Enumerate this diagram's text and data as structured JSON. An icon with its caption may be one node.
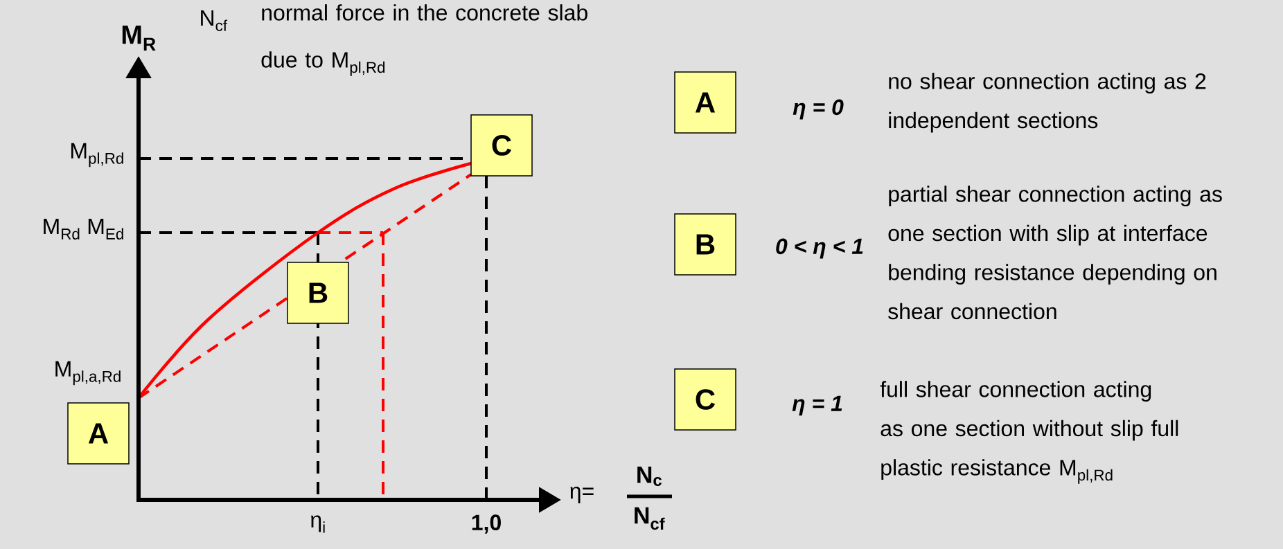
{
  "diagram": {
    "nodes": [
      {
        "text": [
          "A"
        ]
      },
      {
        "text": [
          "B"
        ]
      },
      {
        "text": [
          "C"
        ]
      },
      {
        "text": [
          "A"
        ],
        "beside": [
          "η = 0",
          "no shear connection acting as 2 independent sections"
        ]
      },
      {
        "text": [
          "B"
        ],
        "beside": [
          "0 < η < 1",
          "partial shear connection acting as one section with slip at interface bending resistance depending on shear connection"
        ]
      },
      {
        "text": [
          "C"
        ],
        "beside": [
          "η = 1",
          "full shear connection acting as one section without slip full plastic resistance M$_{pl,Rd}$"
        ]
      }
    ],
    "edges": [],
    "labels": [
      "M$_{R}$",
      "N$_{cf}$",
      "normal force in the concrete slab due to M$_{pl,Rd}$",
      "M$_{pl,Rd}$",
      "M$_{Rd}$ M$_{Ed}$",
      "M$_{pl,a,Rd}$",
      "η$_{i}$",
      "1,0",
      "η=",
      "N$_{c}$",
      "N$_{cf}$"
    ]
  }
}
